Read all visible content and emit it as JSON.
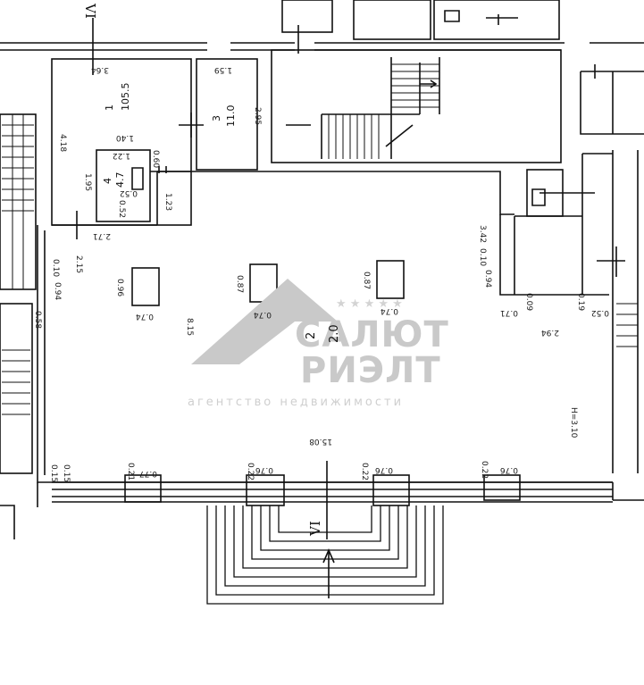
{
  "axis_label": "VI",
  "rooms": [
    {
      "id": "main",
      "number": "1",
      "area": "105.5"
    },
    {
      "id": "room3",
      "number": "3",
      "area": "11.0"
    },
    {
      "id": "room4",
      "number": "4",
      "area": "4.7"
    },
    {
      "id": "room2",
      "number": "2",
      "area": "2.0"
    }
  ],
  "dims": {
    "d364": "3.64",
    "d159": "1.59",
    "d295": "2.95",
    "d418": "4.18",
    "d140": "1.40",
    "d122": "1.22",
    "d060": "0.60",
    "d195": "1.95",
    "d052a": "0.52",
    "d052b": "0.52",
    "d123": "1.23",
    "d271": "2.71",
    "d215": "2.15",
    "d010a": "0.10",
    "d094a": "0.94",
    "d058": "0.58",
    "d096": "0.96",
    "d074a": "0.74",
    "d087a": "0.87",
    "d074b": "0.74",
    "d815": "8.15",
    "d087b": "0.87",
    "d074c": "0.74",
    "d342": "3.42",
    "d010b": "0.10",
    "d094b": "0.94",
    "d071": "0.71",
    "d009": "0.09",
    "d019": "0.19",
    "d052c": "0.52",
    "d294": "2.94",
    "height": "H=3.10",
    "d1508": "15.08",
    "d015a": "0.15",
    "d015b": "0.15",
    "d021": "0.21",
    "d077": "0.77",
    "d022a": "0.22",
    "d076a": "0.76",
    "d022b": "0.22",
    "d076b": "0.76",
    "d022c": "0.22",
    "d076c": "0.76"
  },
  "watermark": {
    "stars": "★ ★ ★ ★ ★",
    "name_line1": "САЛЮТ",
    "name_line2": "РИЭЛТ",
    "tagline": "агентство недвижимости"
  }
}
